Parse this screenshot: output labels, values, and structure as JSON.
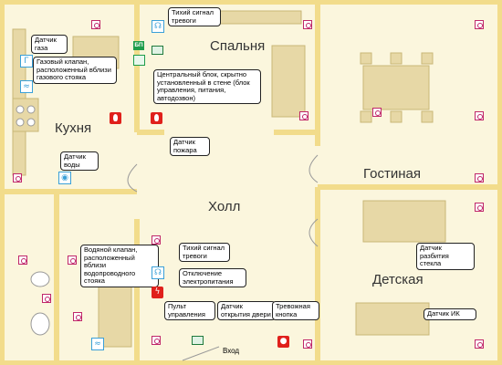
{
  "colors": {
    "wall": "#f2dc8b",
    "floor": "#fbf6dd",
    "furniture": "#e7d8a6",
    "sensor": "#c0276a",
    "power_unit": "#1f9d4b",
    "fire": "#e0201b",
    "water": "#3aa0d8"
  },
  "rooms": {
    "kitchen": "Кухня",
    "bedroom": "Спальня",
    "living": "Гостиная",
    "hall": "Холл",
    "kids": "Детская"
  },
  "labels": {
    "gas_sensor": "Датчик газа",
    "gas_valve": "Газовый клапан, расположенный вблизи газового стояка",
    "water_sensor": "Датчик воды",
    "silent_alarm": "Тихий сигнал тревоги",
    "central_unit": "Центральный блок, скрытно установленный в стене (блок управления, питания, автодозвон)",
    "fire_sensor": "Датчик пожара",
    "water_valve": "Водяной клапан, расположенный вблизи водопроводного стояка",
    "silent_alarm2": "Тихий сигнал тревоги",
    "power_cutoff": "Отключение электропитания",
    "control_panel": "Пульт управления",
    "door_sensor": "Датчик открытия двери",
    "panic_button": "Тревожная кнопка",
    "glass_sensor": "Датчик разбития стекла",
    "ir_sensor": "Датчик ИК",
    "entrance": "Вход",
    "bp_badge": "БП"
  }
}
